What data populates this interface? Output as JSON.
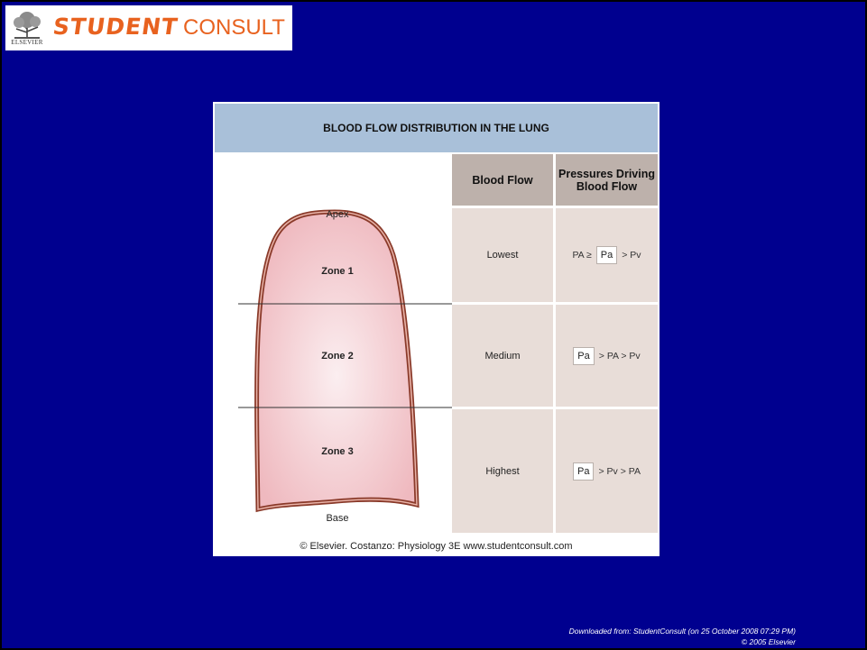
{
  "header": {
    "publisher_mark": "ELSEVIER",
    "brand_student": "STUDENT",
    "brand_consult": "CONSULT"
  },
  "figure": {
    "title": "BLOOD FLOW DISTRIBUTION IN THE LUNG",
    "apex_label": "Apex",
    "base_label": "Base",
    "zones": [
      "Zone 1",
      "Zone 2",
      "Zone 3"
    ],
    "table": {
      "headers": [
        "Blood Flow",
        "Pressures Driving Blood Flow"
      ],
      "rows": [
        {
          "flow": "Lowest",
          "pressure_parts": [
            "PA ≥",
            "Pa",
            "> Pv"
          ],
          "boxed": 1
        },
        {
          "flow": "Medium",
          "pressure_parts": [
            "Pa",
            ">  PA  >  Pv"
          ],
          "boxed": 0
        },
        {
          "flow": "Highest",
          "pressure_parts": [
            "Pa",
            ">  Pv  >  PA"
          ],
          "boxed": 0
        }
      ]
    },
    "caption": "© Elsevier. Costanzo: Physiology 3E www.studentconsult.com"
  },
  "footer": {
    "line1": "Downloaded from: StudentConsult (on 25 October 2008 07:29 PM)",
    "line2": "© 2005 Elsevier"
  },
  "colors": {
    "background": "#00008f",
    "brand_orange": "#e8621f",
    "title_bar": "#a9c0d9",
    "table_header": "#bdb1ab",
    "table_cell": "#e8ddd8",
    "lung_outline": "#8a3a2a",
    "lung_fill": "#f2c8cc"
  }
}
